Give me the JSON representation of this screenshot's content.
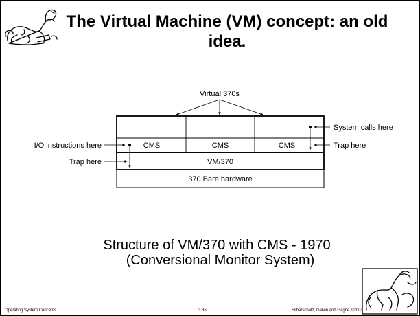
{
  "slide": {
    "title": "The Virtual Machine (VM) concept: an old idea.",
    "caption_line1": "Structure of VM/370 with CMS - 1970",
    "caption_line2": "(Conversional Monitor System)",
    "footer_left": "Operating System Concepts",
    "footer_center": "3.35",
    "footer_right": "Silberschatz, Galvin and  Gagne ©2002"
  },
  "diagram": {
    "top_label": "Virtual 370s",
    "cms": [
      "CMS",
      "CMS",
      "CMS"
    ],
    "vm_layer": "VM/370",
    "hardware_layer": "370 Bare hardware",
    "left_labels": {
      "io": "I/O instructions here",
      "trap": "Trap here"
    },
    "right_labels": {
      "syscalls": "System calls here",
      "trap": "Trap here"
    }
  }
}
